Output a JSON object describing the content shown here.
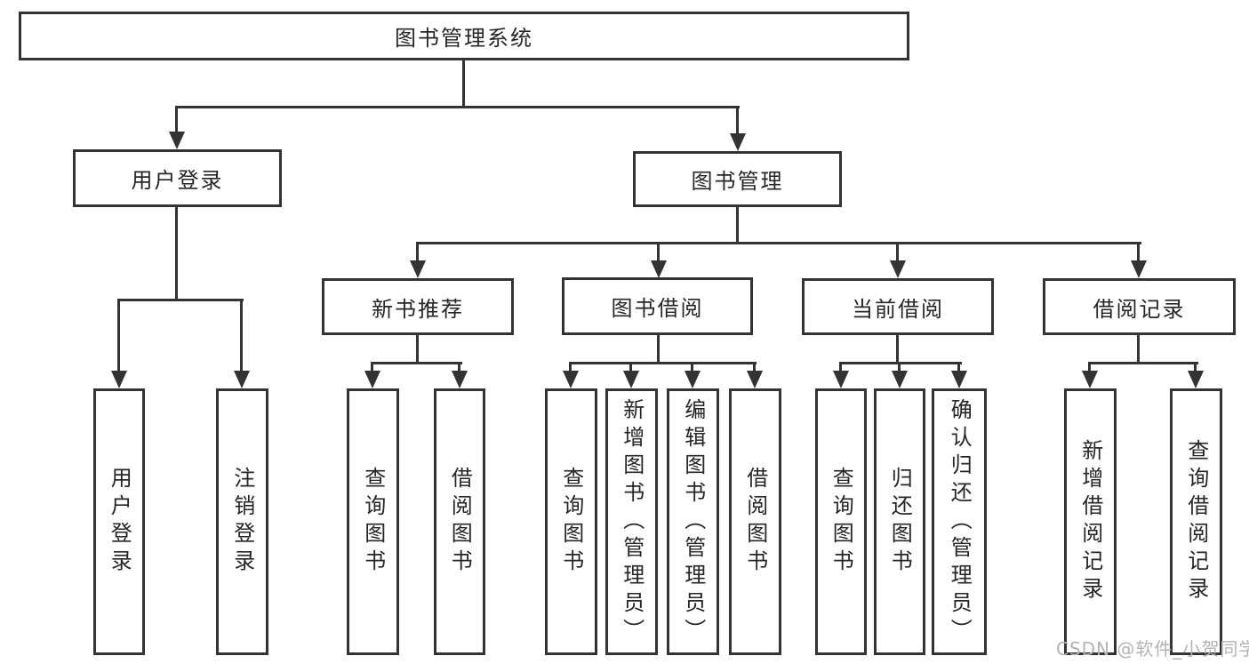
{
  "tree": {
    "label": "图书管理系统",
    "children": [
      {
        "label": "用户登录",
        "children": [
          {
            "label": "用户登录"
          },
          {
            "label": "注销登录"
          }
        ]
      },
      {
        "label": "图书管理",
        "children": [
          {
            "label": "新书推荐",
            "children": [
              {
                "label": "查询图书"
              },
              {
                "label": "借阅图书"
              }
            ]
          },
          {
            "label": "图书借阅",
            "children": [
              {
                "label": "查询图书"
              },
              {
                "label": "新增图书（管理员）"
              },
              {
                "label": "编辑图书（管理员）"
              },
              {
                "label": "借阅图书"
              }
            ]
          },
          {
            "label": "当前借阅",
            "children": [
              {
                "label": "查询图书"
              },
              {
                "label": "归还图书"
              },
              {
                "label": "确认归还（管理员）"
              }
            ]
          },
          {
            "label": "借阅记录",
            "children": [
              {
                "label": "新增借阅记录"
              },
              {
                "label": "查询借阅记录"
              }
            ]
          }
        ]
      }
    ]
  },
  "watermark": {
    "text": "CSDN @软件_小贺同学",
    "color": "#b3b3b3"
  },
  "colors": {
    "line": "#333333",
    "box_border": "#333333",
    "box_fill": "#ffffff",
    "text": "#262626",
    "background": "#ffffff"
  }
}
